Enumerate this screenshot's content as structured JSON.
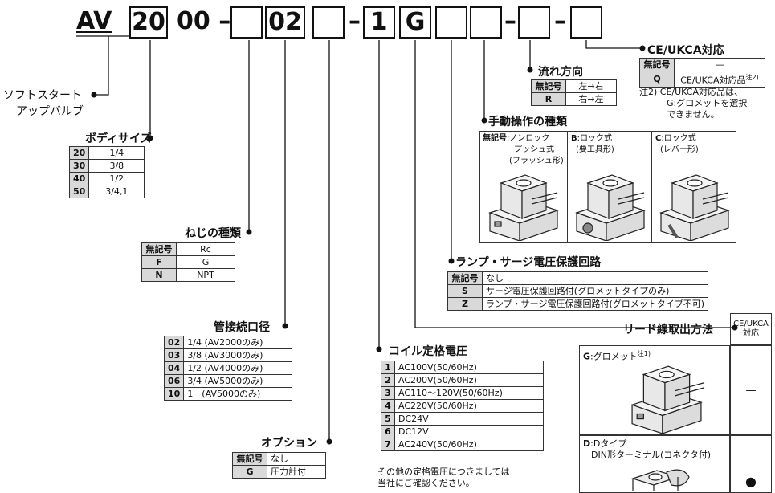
{
  "code": {
    "prefix": "AV",
    "body": "20",
    "mid": "00 –",
    "port": "02",
    "dash1": "–",
    "coil": "1",
    "lead": "G",
    "dash2": "–",
    "dash3": "–"
  },
  "product_name": {
    "line1": "ソフトスタート",
    "line2": "アップバルブ"
  },
  "body_size": {
    "title": "ボディサイズ",
    "rows": [
      [
        "20",
        "1/4"
      ],
      [
        "30",
        "3/8"
      ],
      [
        "40",
        "1/2"
      ],
      [
        "50",
        "3/4,1"
      ]
    ]
  },
  "thread": {
    "title": "ねじの種類",
    "rows": [
      [
        "無記号",
        "Rc"
      ],
      [
        "F",
        "G"
      ],
      [
        "N",
        "NPT"
      ]
    ]
  },
  "port_size": {
    "title": "管接続口径",
    "rows": [
      [
        "02",
        "1/4 (AV2000のみ)"
      ],
      [
        "03",
        "3/8 (AV3000のみ)"
      ],
      [
        "04",
        "1/2 (AV4000のみ)"
      ],
      [
        "06",
        "3/4 (AV5000のみ)"
      ],
      [
        "10",
        "1　(AV5000のみ)"
      ]
    ]
  },
  "option": {
    "title": "オプション",
    "rows": [
      [
        "無記号",
        "なし"
      ],
      [
        "G",
        "圧力計付"
      ]
    ]
  },
  "coil_voltage": {
    "title": "コイル定格電圧",
    "rows": [
      [
        "1",
        "AC100V(50/60Hz)"
      ],
      [
        "2",
        "AC200V(50/60Hz)"
      ],
      [
        "3",
        "AC110〜120V(50/60Hz)"
      ],
      [
        "4",
        "AC220V(50/60Hz)"
      ],
      [
        "5",
        "DC24V"
      ],
      [
        "6",
        "DC12V"
      ],
      [
        "7",
        "AC240V(50/60Hz)"
      ]
    ],
    "note1": "その他の定格電圧につきましては",
    "note2": "当社にご確認ください。"
  },
  "lead_wire": {
    "title": "リード線取出方法",
    "ce_header1": "CE/UKCA",
    "ce_header2": "対応",
    "g_code": "G",
    "g_label": ":グロメット",
    "g_sup": "注1)",
    "g_ce": "—",
    "d_code": "D",
    "d_label": ":Dタイプ",
    "d_label2": "DIN形ターミナル(コネクタ付)",
    "d_ce": "●"
  },
  "surge": {
    "title": "ランプ・サージ電圧保護回路",
    "rows": [
      [
        "無記号",
        "なし"
      ],
      [
        "S",
        "サージ電圧保護回路付(グロメットタイプのみ)"
      ],
      [
        "Z",
        "ランプ・サージ電圧保護回路付(グロメットタイプ不可)"
      ]
    ]
  },
  "manual": {
    "title": "手動操作の種類",
    "p1_code": "無記号",
    "p1_l1": ":ノンロック",
    "p1_l2": "プッシュ式",
    "p1_l3": "(フラッシュ形)",
    "p2_code": "B",
    "p2_l1": ":ロック式",
    "p2_l2": "(要工具形)",
    "p3_code": "C",
    "p3_l1": ":ロック式",
    "p3_l2": "(レバー形)"
  },
  "flow": {
    "title": "流れ方向",
    "rows": [
      [
        "無記号",
        "左→右"
      ],
      [
        "R",
        "右→左"
      ]
    ]
  },
  "ce": {
    "title": "CE/UKCA対応",
    "rows": [
      [
        "無記号",
        "—"
      ],
      [
        "Q",
        "CE/UKCA対応品"
      ]
    ],
    "q_sup": "注2)",
    "note1": "注2) CE/UKCA対応品は、",
    "note2": "G:グロメットを選択",
    "note3": "できません。"
  }
}
